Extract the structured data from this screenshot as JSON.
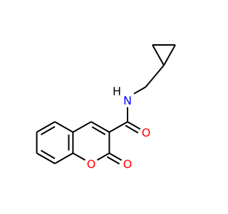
{
  "diagram": {
    "kind": "skeletal-formula",
    "atoms": {
      "amide_nitrogen": {
        "label": "N",
        "color": "#0000ff"
      },
      "amide_hydrogen": {
        "label": "H",
        "color": "#000000"
      },
      "amide_oxygen": {
        "label": "O",
        "color": "#ff0000"
      },
      "ring_oxygen": {
        "label": "O",
        "color": "#ff0000"
      },
      "lactone_oxygen": {
        "label": "O",
        "color": "#ff0000"
      }
    },
    "bond_color": "#000000"
  }
}
